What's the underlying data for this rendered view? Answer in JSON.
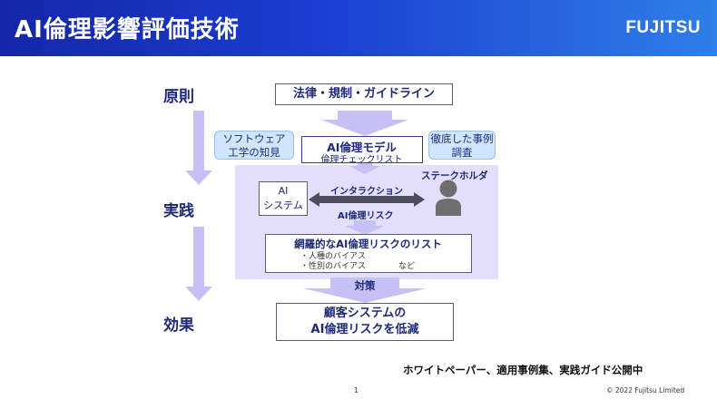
{
  "header": {
    "title": "AI倫理影響評価技術",
    "logo": "FUJITSU"
  },
  "stages": {
    "principle": "原則",
    "practice": "実践",
    "effect": "効果"
  },
  "boxes": {
    "law": "法律・規制・ガイドライン",
    "software_line1": "ソフトウェア",
    "software_line2": "工学の知見",
    "model_title": "AI倫理モデル",
    "model_sub": "倫理チェックリスト",
    "case_line1": "徹底した事例",
    "case_line2": "調査",
    "ai_system_line1": "AI",
    "ai_system_line2": "システム",
    "interaction": "インタラクション",
    "stakeholder": "ステークホルダ",
    "ai_risk": "AI倫理リスク",
    "risk_list_title": "網羅的なAI倫理リスクのリスト",
    "risk_item1": "・人種のバイアス",
    "risk_item2": "・性別のバイアス",
    "risk_etc": "など",
    "measures": "対策",
    "result_line1": "顧客システムの",
    "result_line2": "AI倫理リスクを低減"
  },
  "footer": {
    "note": "ホワイトペーパー、適用事例集、実践ガイド公開中",
    "page_number": "1",
    "copyright": "© 2022 Fujitsu Limited"
  },
  "colors": {
    "header_start": "#1426a8",
    "header_end": "#2f7fe8",
    "arrow": "#c7c0f4",
    "panel": "#e3defc",
    "side_box": "#cfe6ff",
    "text": "#1e2a78"
  }
}
